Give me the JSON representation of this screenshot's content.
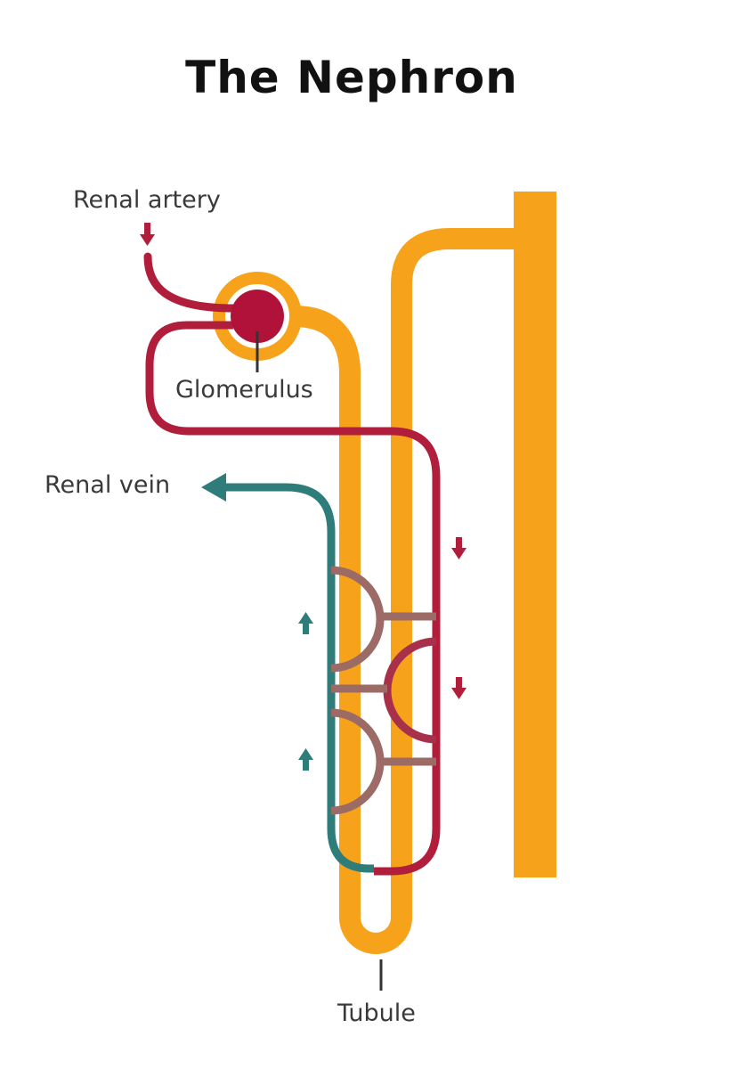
{
  "title": "The Nephron",
  "labels": {
    "renal_artery": "Renal artery",
    "glomerulus": "Glomerulus",
    "renal_vein": "Renal vein",
    "tubule": "Tubule"
  },
  "colors": {
    "tubule": "#F7A21B",
    "artery": "#B01E3C",
    "vein": "#2E7D7A",
    "capillary": "#9C6B66",
    "glomerulus": "#B0123A",
    "leader": "#333333"
  }
}
